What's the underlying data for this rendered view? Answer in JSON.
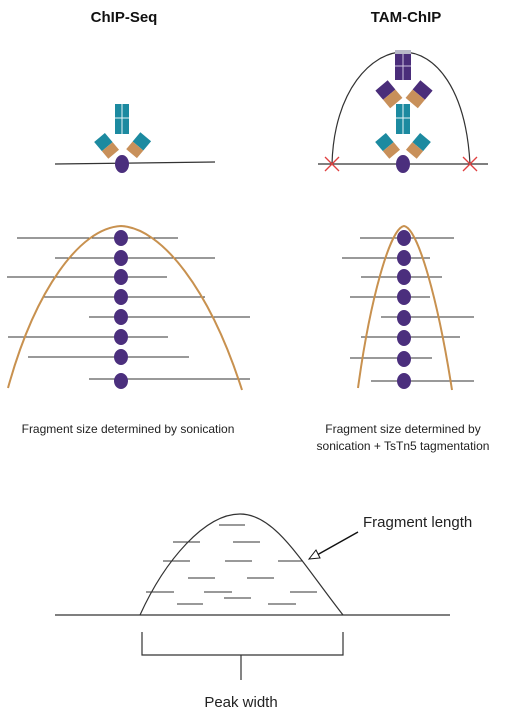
{
  "panels": {
    "left": {
      "title": "ChIP-Seq",
      "caption": "Fragment size determined by sonication"
    },
    "right": {
      "title": "TAM-ChIP",
      "caption_line1": "Fragment size determined by",
      "caption_line2": "sonication + TsTn5 tagmentation"
    }
  },
  "peak_diagram": {
    "fragment_label": "Fragment length",
    "width_label": "Peak width"
  },
  "colors": {
    "nucleosome": "#4b2f7d",
    "antibody_teal": "#1c8aa0",
    "antibody_tan": "#c8905a",
    "secondary_purple": "#4a2d7a",
    "curve": "#c8914f",
    "cut_mark": "#e04040"
  }
}
